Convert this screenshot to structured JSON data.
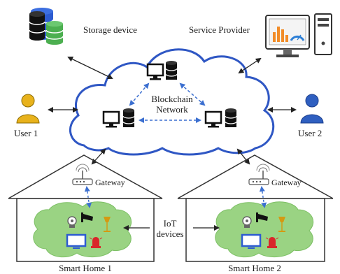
{
  "labels": {
    "storage_device": "Storage device",
    "service_provider": "Service Provider",
    "blockchain_line1": "Blockchain",
    "blockchain_line2": "Network",
    "user1": "User 1",
    "user2": "User 2",
    "gateway": "Gateway",
    "iot_line1": "IoT",
    "iot_line2": "devices",
    "smart_home1": "Smart Home 1",
    "smart_home2": "Smart Home 2"
  },
  "colors": {
    "cloud_stroke": "#2f57c4",
    "dashed_link": "#3b6fd0",
    "user1": "#e8b21c",
    "user2": "#2f5fc0",
    "green_blob": "#9ad383",
    "db_blue": "#2d5bd0",
    "db_green": "#4caf50",
    "alarm_red": "#d9262a",
    "lamp_gold": "#d49a12"
  }
}
